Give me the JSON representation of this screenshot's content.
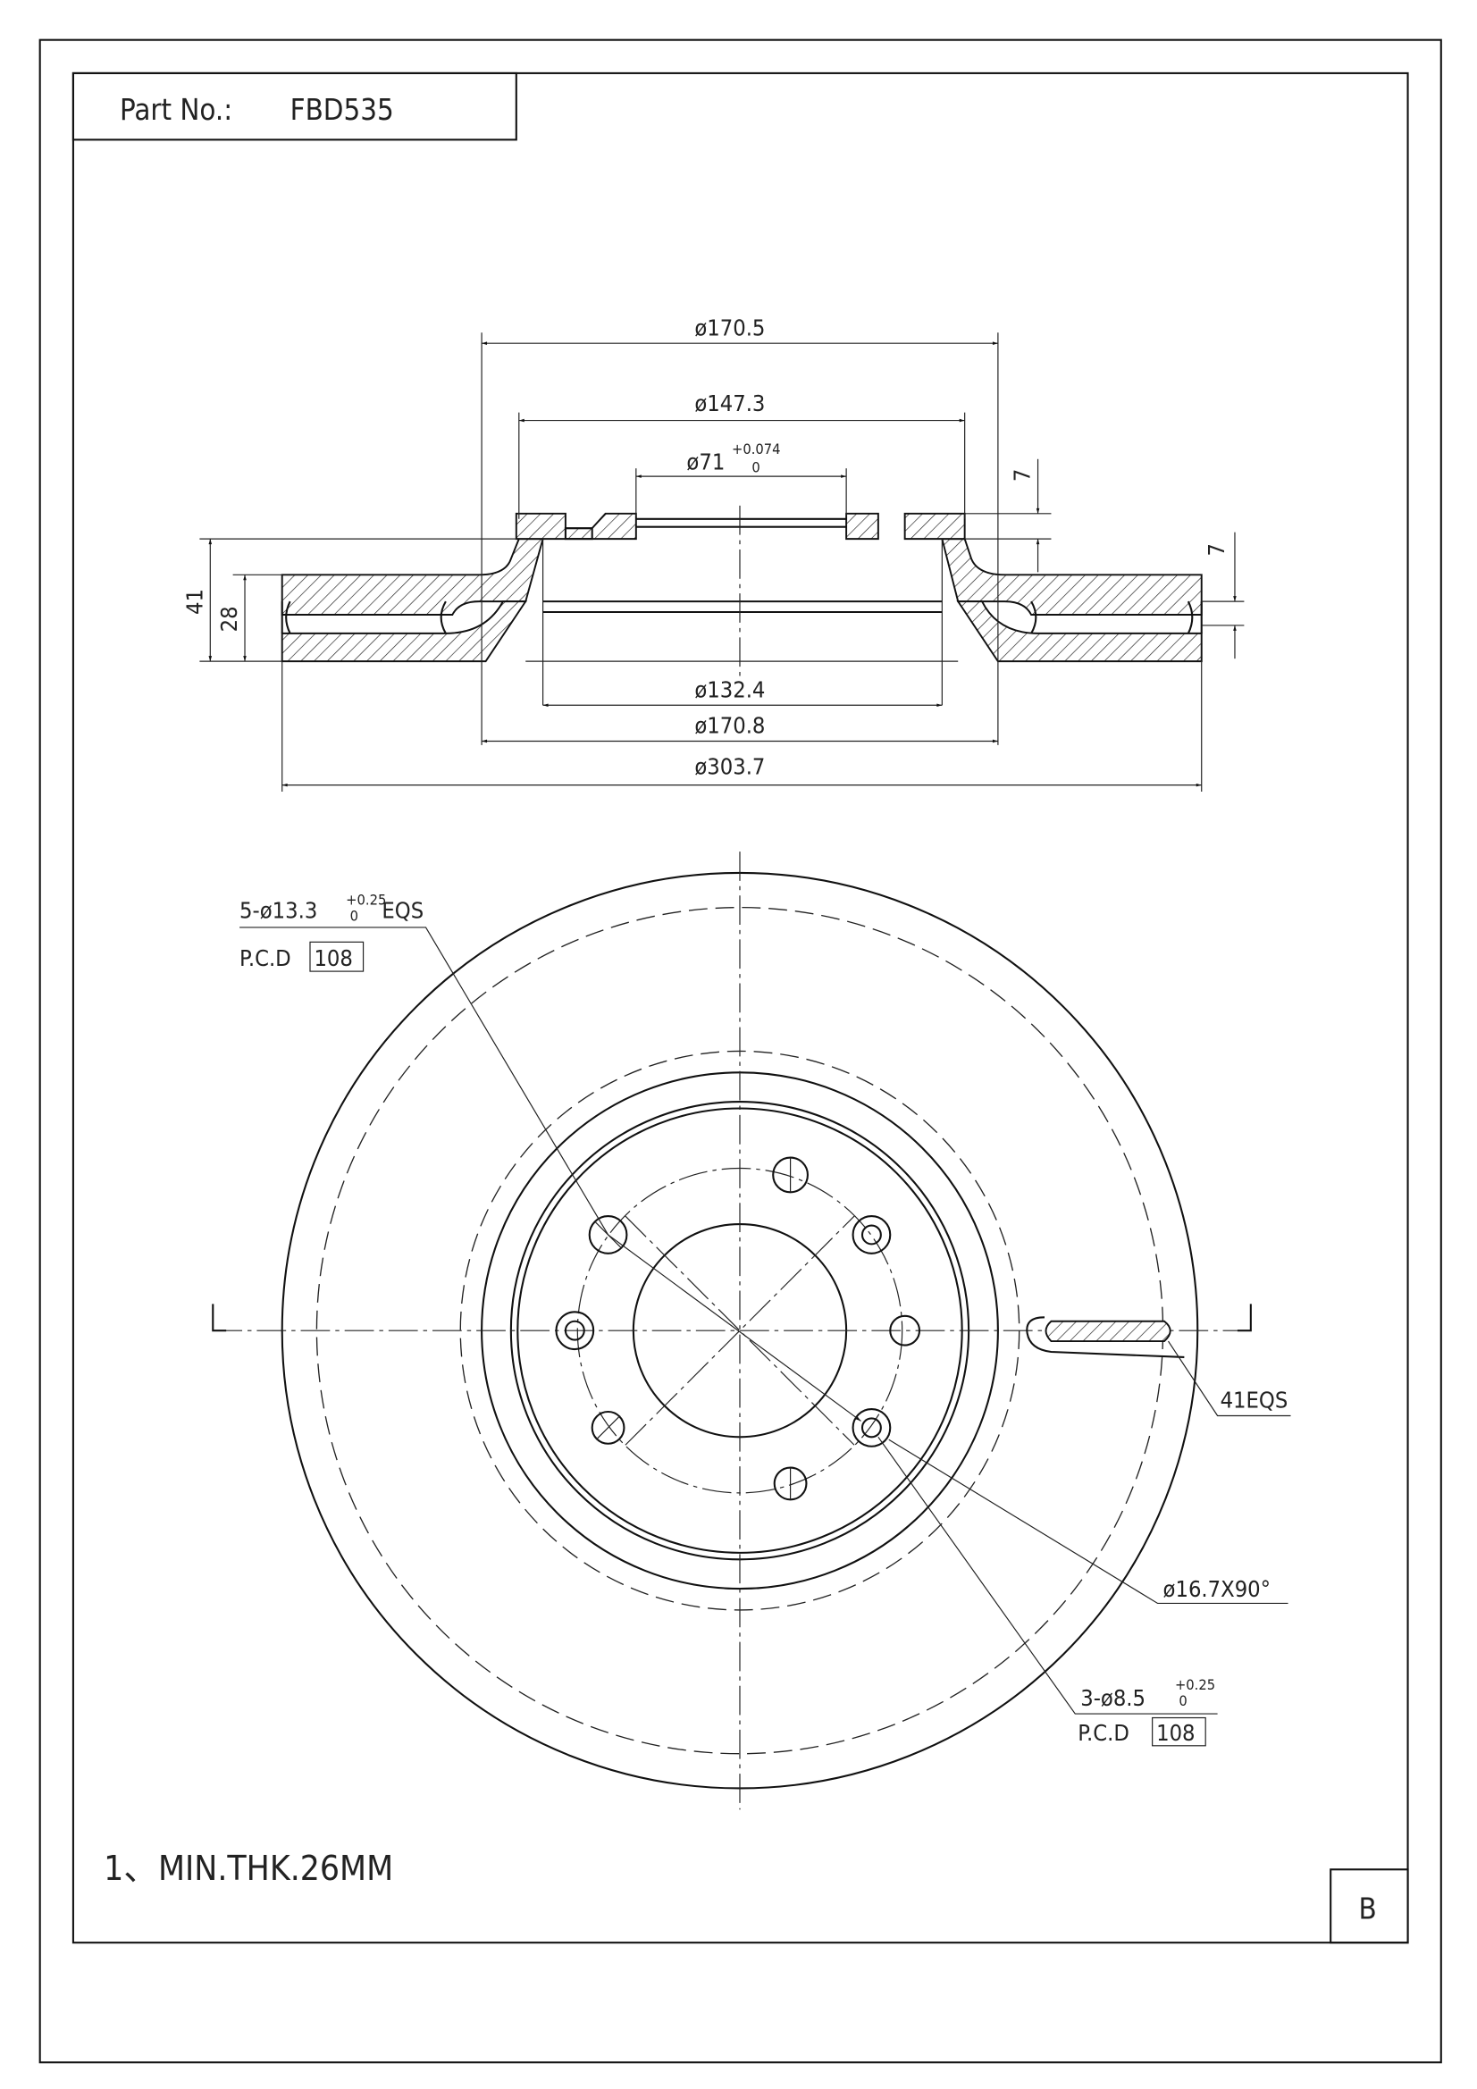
{
  "title_block": {
    "part_label": "Part No.:",
    "part_number": "FBD535",
    "revision": "B"
  },
  "notes": {
    "min_thickness": "1、MIN.THK.26MM"
  },
  "section_view": {
    "dim_outer_hat": "ø170.5",
    "dim_hat_top": "ø147.3",
    "dim_bore": "ø71",
    "dim_bore_tol_upper": "+0.074",
    "dim_bore_tol_lower": "0",
    "dim_hat_inner": "ø132.4",
    "dim_hat_base": "ø170.8",
    "dim_disc_outer": "ø303.7",
    "dim_total_height": "41",
    "dim_disc_thickness": "28",
    "dim_hat_thickness": "7",
    "dim_vent_gap": "7"
  },
  "front_view": {
    "bolt_holes": "5-ø13.3",
    "bolt_holes_tol_upper": "+0.25",
    "bolt_holes_tol_lower": "0",
    "bolt_holes_suffix": "EQS",
    "pcd_label": "P.C.D",
    "pcd_value": "108",
    "vanes": "41EQS",
    "chamfer": "ø16.7X90°",
    "small_holes": "3-ø8.5",
    "small_holes_tol_upper": "+0.25",
    "small_holes_tol_lower": "0",
    "pcd2_label": "P.C.D",
    "pcd2_value": "108"
  }
}
